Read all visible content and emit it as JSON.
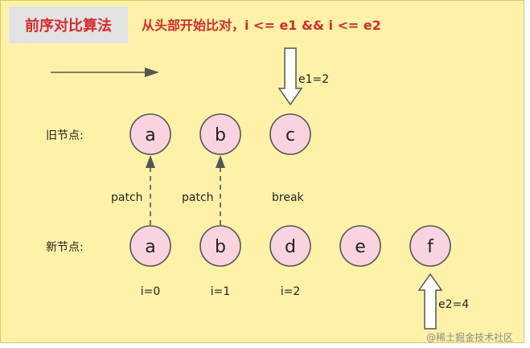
{
  "title": "前序对比算法",
  "subtitle": "从头部开始比对，i <= e1 && i <= e2",
  "rows": {
    "old_label": "旧节点:",
    "new_label": "新节点:"
  },
  "old_nodes": [
    "a",
    "b",
    "c"
  ],
  "new_nodes": [
    "a",
    "b",
    "d",
    "e",
    "f"
  ],
  "links": [
    {
      "label": "patch"
    },
    {
      "label": "patch"
    },
    {
      "label": "break"
    }
  ],
  "index_labels": [
    "i=0",
    "i=1",
    "i=2"
  ],
  "pointers": {
    "e1": "e1=2",
    "e2": "e2=4"
  },
  "watermark": "@稀土掘金技术社区",
  "colors": {
    "background": "#fff2a8",
    "title_box": "#e3e3e3",
    "title_text": "#d52b2b",
    "node_fill": "#f9d3df",
    "node_stroke": "#555555",
    "arrow": "#555555"
  }
}
